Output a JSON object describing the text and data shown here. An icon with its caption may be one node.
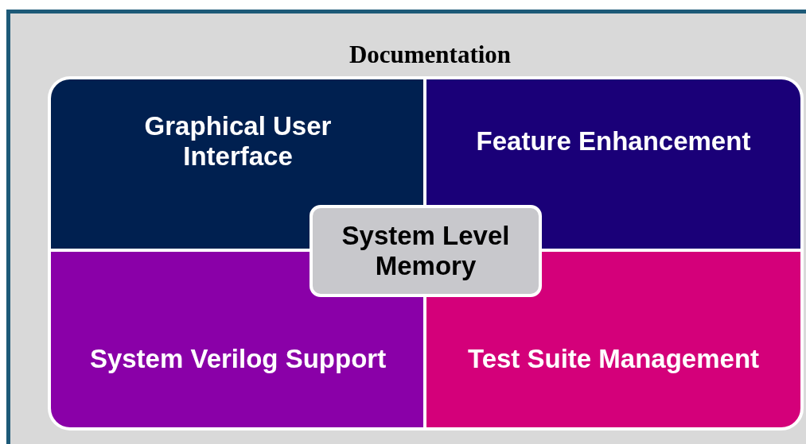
{
  "diagram": {
    "nodes": [
      {
        "text": [
          "Documentation"
        ]
      },
      {
        "text": [
          "Graphical User Interface"
        ],
        "in": 0
      },
      {
        "text": [
          "Feature Enhancement"
        ],
        "in": 0
      },
      {
        "text": [
          "System Verilog Support"
        ],
        "in": 0
      },
      {
        "text": [
          "Test Suite Management"
        ],
        "in": 0
      },
      {
        "text": [
          "System Level Memory"
        ],
        "in": 0
      }
    ]
  }
}
